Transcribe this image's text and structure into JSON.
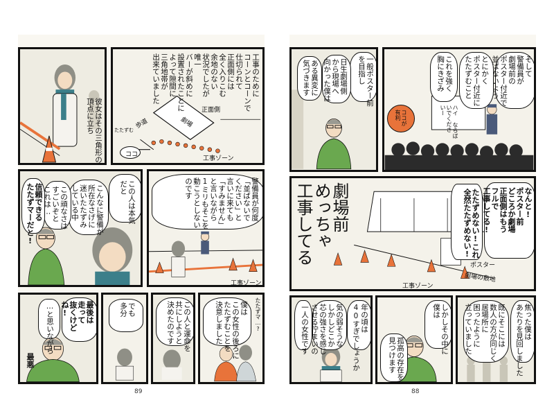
{
  "left_page": {
    "page_number": "89",
    "p1": {
      "text": "彼女はその三角形の\n頂点に立ち"
    },
    "p2": {
      "narration": "工事のために\nコーンとコーンで\n仕切られて\n正面側には\n全く入りこむ\n余地のない\n状況でしたが\n唯一\nバーが斜めに\n設置されたことに\nよって隙間に\n三角地帯が\n出来ていました",
      "label_theater": "劇場",
      "label_front": "正面側",
      "label_sidewalk": "歩道",
      "label_sidewalk2": "たたずむ",
      "label_zone": "工事ゾーン",
      "label_koko": "ココ"
    },
    "p3": {
      "bubble1": "この人は本気\nだと",
      "bubble2": "こんなに警備が\n所在なさげに\n迷いたたずみ\nしている中",
      "bubble3": "この頑なさは\nすごいぞと\nこれは…",
      "bubble4": "信頼できる\nたたずマーだと!"
    },
    "p4": {
      "narration": "警備員が何度\n「並ばないで\nください」と\n言いに来ても\n「すみません」\nと言いながら\n1ミリもそこを\n動こうとしない\nのです",
      "label_zone": "工事ゾーン"
    },
    "p5": {
      "bubble1": "最後は\n走って\n抜くけど\nね!",
      "bubble2": "…と思いながら",
      "bubble3": "最悪"
    },
    "p6": {
      "bubble1": "でも\n多分"
    },
    "p7": {
      "bubble1": "この人と運命を\n共にしようと\n決めたのです"
    },
    "p8": {
      "sfx": "たたずマ…?",
      "bubble1": "僕は\nこの女性の後ろに\nたたずむことを\n決意しました"
    }
  },
  "right_page": {
    "page_number": "88",
    "p1": {
      "bubble1": "一般ポスター前\nを目指し",
      "bubble2": "日生劇場側\nから現場へ\n向かった僕は",
      "bubble3": "ある異変に\n気づきます"
    },
    "p2": {
      "bubble1": "そして\n警備員が\n劇場前の\nポスター付近で\n並ばないよう\n注意している\nことから",
      "bubble2": "とにかく\nポスター付近に\nたたずむこと",
      "bubble3": "これを強く\n胸にきざみ",
      "badge": "ココが\n有利",
      "banner": "ハイ ならば\nいでくださ\nいー"
    },
    "p3": {
      "bubble1": "なんと!\nポスター前\nどころか劇場\n正面側はもう\nフルで\n工事してる!",
      "bubble2": "たたずめない!これ\n全然たたずめない!",
      "sfx_big": "劇場前\nめっちゃ\n工事してる",
      "label_poster": "ポスター",
      "label_site": "劇場の敷地",
      "label_zone": "工事ゾーン"
    },
    "p4": {
      "bubble1": "焦った僕は\nあたりを見回しました",
      "bubble2": "既にそこには\n数人の方が同じく\n居場所に\n困ったように\n立っていました"
    },
    "p5": {
      "bubble1": "しかしその中に\n僕は",
      "bubble2": "孤高の存在を\n見つけます"
    },
    "p6": {
      "bubble1": "年の頃は\n40すぎでしょうか",
      "bubble2": "気の弱そうな\nしかしどこか\n芯の強さを感じ\nさせる佇まいの",
      "bubble3": "一人の女性です"
    }
  },
  "colors": {
    "panel_bg": "#f1efe5",
    "coat_green": "#6aa84f",
    "scarf_teal": "#3c7f8a",
    "cone_orange": "#e8733a",
    "hair_gray": "#8f8f86",
    "skin": "#f3dcc2",
    "ink": "#111111"
  }
}
